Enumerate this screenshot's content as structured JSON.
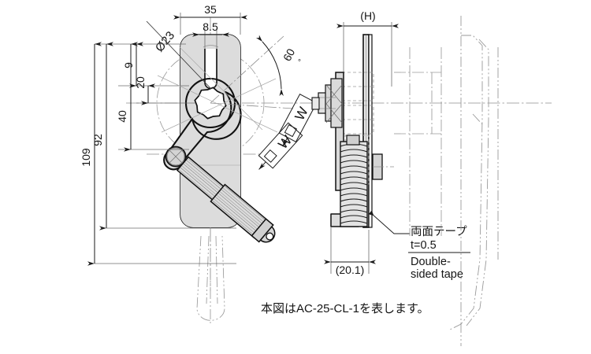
{
  "drawing": {
    "title": "AC-25-CL-1 lock handle technical drawing",
    "background_color": "#ffffff",
    "line_color": "#1a1a1a",
    "thin_line_color": "#6b6b6b",
    "body_fill": "#d9d9d9",
    "body_fill_light": "#e6e6e6",
    "body_fill_dark": "#c3c3c3"
  },
  "front_view": {
    "name": "front-view",
    "dimensions": {
      "width_overall": "35",
      "slot_width": "8.5",
      "hole_diameter": "Ø23",
      "v_09": "9",
      "v_20": "20",
      "v_40": "40",
      "v_92": "92",
      "v_109": "109",
      "angle": "60",
      "angle_unit": "°",
      "lever_label_1": "W",
      "lever_label_2": "W"
    }
  },
  "side_view": {
    "name": "side-view",
    "dimensions": {
      "height_symbol": "(H)",
      "depth": "(20.1)"
    },
    "callout": {
      "line_jp_1": "両面テープ",
      "line_jp_2": "t=0.5",
      "line_en_1": "Double-",
      "line_en_2": "sided tape"
    }
  },
  "footnote": {
    "text": "本図はAC-25-CL-1を表します。"
  }
}
